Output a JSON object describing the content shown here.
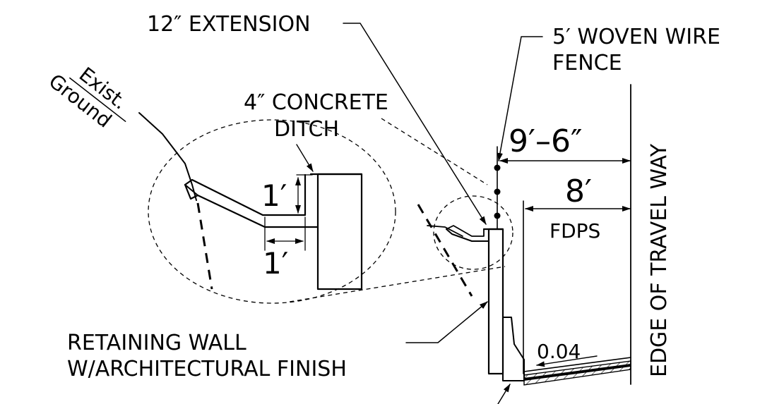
{
  "labels": {
    "extension": "12″ EXTENSION",
    "fence_line1": "5′ WOVEN  WIRE",
    "fence_line2": "FENCE",
    "exist": "Exist.",
    "ground": "Ground",
    "ditch_line1": "4″ CONCRETE",
    "ditch_line2": "DITCH",
    "dim_vertical": "1′",
    "dim_horizontal": "1′",
    "dim_9_6": "9′–6″",
    "dim_8": "8′",
    "fdps": "FDPS",
    "travel_way": "EDGE OF TRAVEL WAY",
    "wall_line1": "RETAINING  WALL",
    "wall_line2": "W/ARCHITECTURAL FINISH",
    "slope": "0.04"
  }
}
